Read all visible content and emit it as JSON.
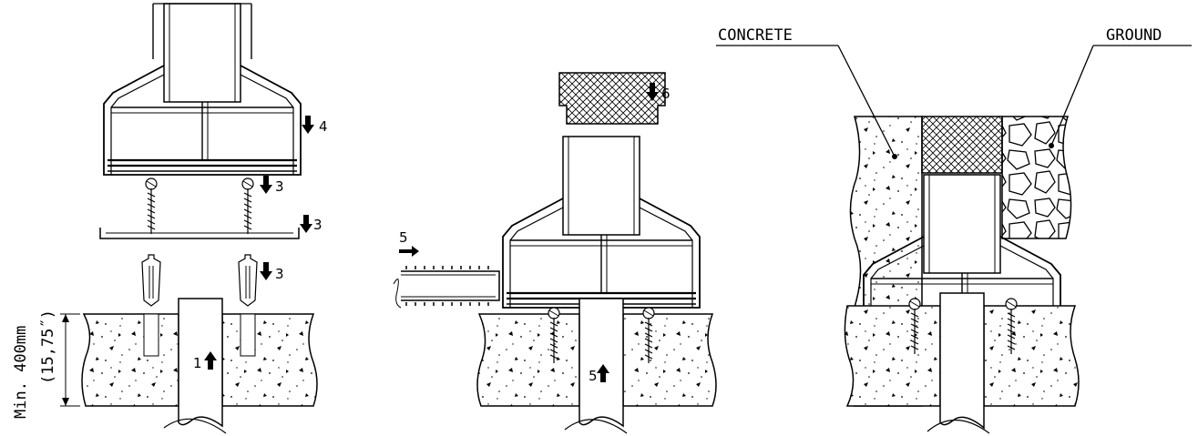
{
  "labels": {
    "concrete": "CONCRETE",
    "ground": "GROUND",
    "depth_mm": "Min. 400mm",
    "depth_in": "(15,75˝)"
  },
  "steps": {
    "s1": "1",
    "s3a": "3",
    "s3b": "3",
    "s3c": "3",
    "s4": "4",
    "s5a": "5",
    "s5b": "5",
    "s6": "6"
  },
  "colors": {
    "line": "#000000",
    "background": "#ffffff"
  }
}
